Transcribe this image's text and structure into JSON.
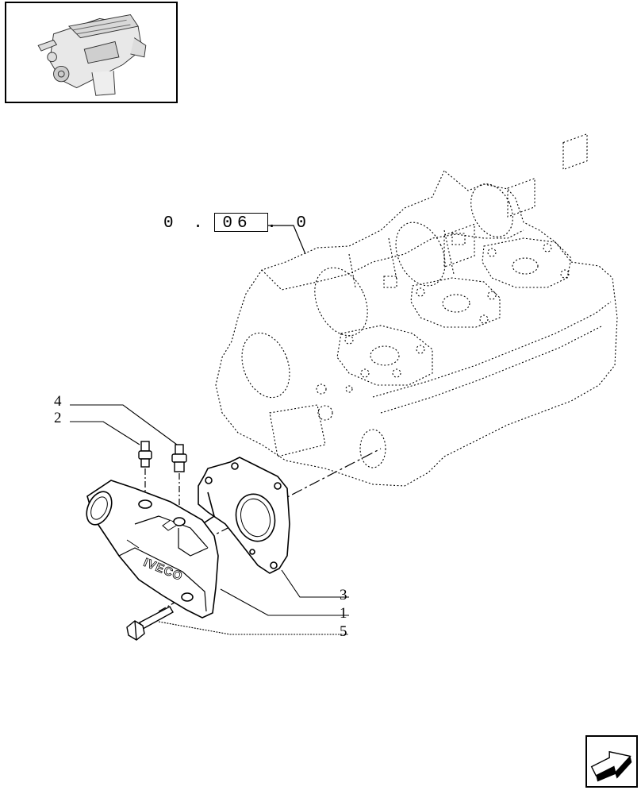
{
  "reference": {
    "label": "0 . 06 . 0"
  },
  "callouts": [
    {
      "id": "4",
      "text": "4"
    },
    {
      "id": "2",
      "text": "2"
    },
    {
      "id": "3",
      "text": "3"
    },
    {
      "id": "1",
      "text": "1"
    },
    {
      "id": "5",
      "text": "5"
    }
  ],
  "part_marking": "IVECO",
  "icons": {
    "thumbnail": "engine-thumbnail-icon",
    "navigation": "next-page-arrow-icon"
  }
}
